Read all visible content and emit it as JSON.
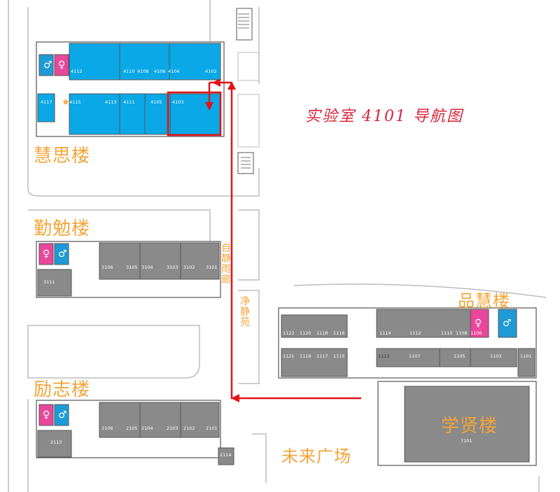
{
  "title": "实验室 4101 导航图",
  "colors": {
    "highlight_room": "#0aa8e6",
    "normal_room": "#8a8a8a",
    "route": "#e3121a",
    "label": "#f3a53a",
    "female_wc": "#e8479b",
    "male_wc": "#1e9ad6"
  },
  "buildings": {
    "huisi": "慧思楼",
    "qinmian": "勤勉楼",
    "lizhi": "励志楼",
    "pinhui": "品慧楼",
    "xuexian": "学贤楼"
  },
  "spaces": {
    "zixi": "自\n静\n雨\n廊",
    "jingjing": "净\n静\n苑",
    "plaza": "未来广场"
  },
  "rooms": {
    "huisi": [
      "4112",
      "4110",
      "4108",
      "4106",
      "4104",
      "4102",
      "4117",
      "4115",
      "4113",
      "4111",
      "4105",
      "4103"
    ],
    "qinmian": [
      "3106",
      "3105",
      "3104",
      "3103",
      "3102",
      "3101",
      "3111"
    ],
    "lizhi": [
      "2106",
      "2105",
      "2104",
      "2103",
      "2102",
      "2101",
      "2113",
      "2114"
    ],
    "pinhui": [
      "1122",
      "1120",
      "1118",
      "1116",
      "1114",
      "1112",
      "1110",
      "1108",
      "1106",
      "1121",
      "1119",
      "1117",
      "1115",
      "1113",
      "1107",
      "1105",
      "1103",
      "1101"
    ],
    "xuexian": [
      "7101"
    ]
  }
}
